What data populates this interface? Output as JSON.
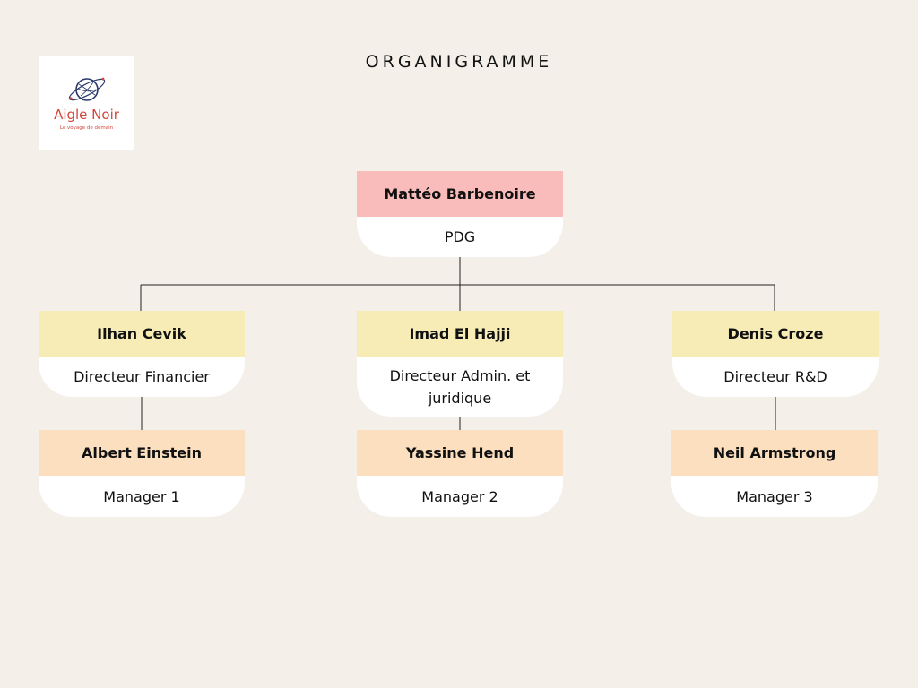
{
  "header": {
    "title": "ORGANIGRAMME"
  },
  "logo": {
    "name": "Aigle Noir",
    "tagline": "Le voyage de demain",
    "icon": "ringed-planet-icon",
    "color": "#d4463a"
  },
  "colors": {
    "background": "#f4efe8",
    "ceo_header": "#f9bcba",
    "director_header": "#f8ecb6",
    "manager_header": "#fbdfbf",
    "role_box": "#ffffff"
  },
  "org": {
    "ceo": {
      "name": "Mattéo Barbenoire",
      "role": "PDG"
    },
    "directors": [
      {
        "name": "Ilhan Cevik",
        "role": "Directeur Financier"
      },
      {
        "name": "Imad El Hajji",
        "role": "Directeur Admin. et juridique"
      },
      {
        "name": "Denis Croze",
        "role": "Directeur R&D"
      }
    ],
    "managers": [
      {
        "name": "Albert Einstein",
        "role": "Manager 1"
      },
      {
        "name": "Yassine Hend",
        "role": "Manager 2"
      },
      {
        "name": "Neil Armstrong",
        "role": "Manager 3"
      }
    ]
  }
}
